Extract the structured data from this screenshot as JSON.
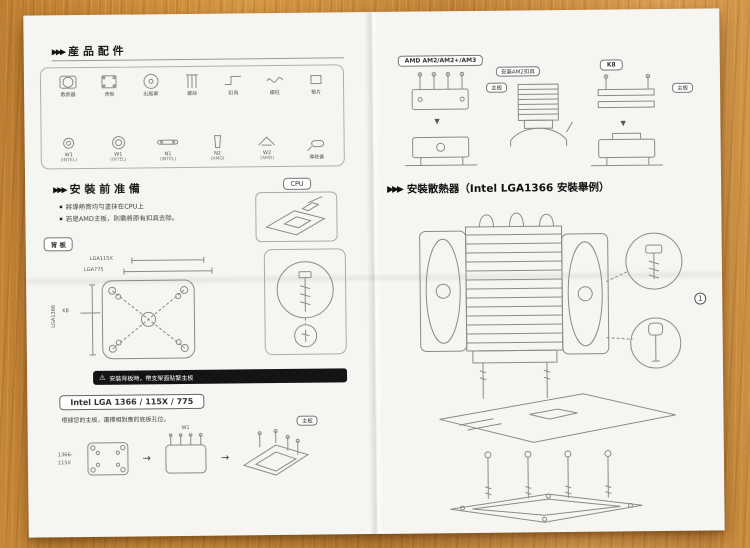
{
  "left": {
    "s1": {
      "arrows": "▶▶▶",
      "title": "産 品 配 件",
      "row1": [
        {
          "label": "散熱器"
        },
        {
          "label": "背板"
        },
        {
          "label": "出風罩"
        },
        {
          "label": "螺絲"
        },
        {
          "label": "扣具"
        },
        {
          "label": "螺柱"
        },
        {
          "label": "墊片"
        }
      ],
      "row2": [
        {
          "label": "W1",
          "sub": "(INTEL)"
        },
        {
          "label": "W1",
          "sub": "(INTEL)"
        },
        {
          "label": "N1",
          "sub": "(INTEL)"
        },
        {
          "label": "N2",
          "sub": "(AMD)"
        },
        {
          "label": "W2",
          "sub": "(AMD)"
        },
        {
          "label": "導熱膏",
          "sub": ""
        }
      ]
    },
    "s2": {
      "arrows": "▶▶▶",
      "title": "安 裝 前 准 備",
      "bullet": "▪",
      "bullet1": "將導熱膏均勻塗抹在CPU上",
      "bullet2": "若是AMD主板，則需將原有扣具去除。",
      "cpu_label": "CPU"
    },
    "s3": {
      "title": "背 板",
      "lga115x": "LGA115X",
      "lga775": "LGA775",
      "lga1366": "LGA1366",
      "k8": "K8",
      "warn_icon": "⚠",
      "warning": "安裝背板時，帶支架面貼緊主板"
    },
    "s4": {
      "title": "Intel  LGA 1366 / 115X / 775",
      "desc": "根據您的主板，選擇相對應的底板孔位。",
      "l1366": "1366-",
      "l115x": "115X",
      "w1": "W1",
      "mb": "主板",
      "arrow": "→"
    }
  },
  "right": {
    "amd": {
      "title": "AMD AM2/AM2+/AM3",
      "mb": "主板",
      "arrow": "▼"
    },
    "am2clip": {
      "title": "安裝AM2扣具"
    },
    "k8": {
      "title": "K8",
      "mb": "主板",
      "arrow": "▼"
    },
    "install": {
      "arrows": "▶▶▶",
      "title": "安裝散熱器（Intel LGA1366 安裝舉例）",
      "callout_num": "1"
    }
  }
}
